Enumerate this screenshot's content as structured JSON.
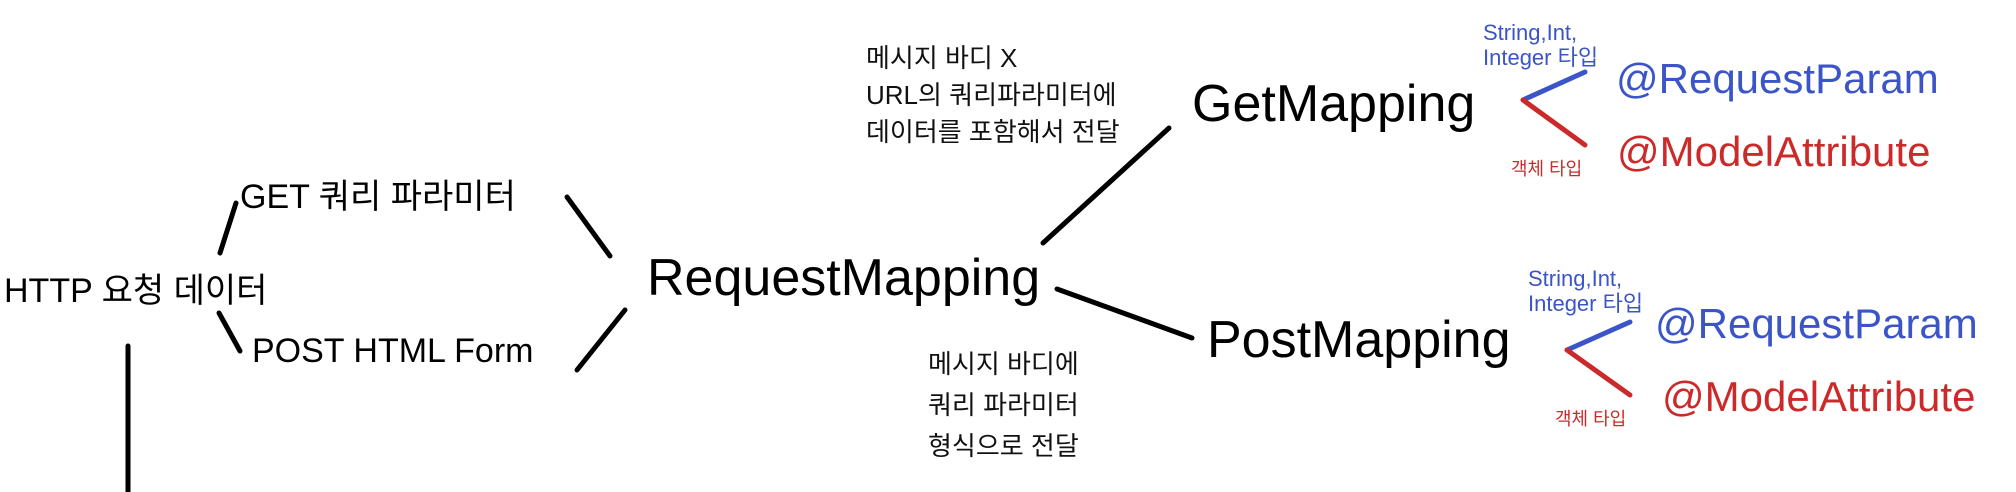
{
  "diagram": {
    "root": {
      "label": "HTTP 요청 데이터"
    },
    "methods": [
      {
        "id": "get",
        "label": "GET 쿼리 파라미터"
      },
      {
        "id": "post",
        "label": "POST HTML Form"
      }
    ],
    "center": {
      "label": "RequestMapping"
    },
    "mappings": [
      {
        "id": "get",
        "label": "GetMapping",
        "note": [
          "메시지 바디 X",
          "URL의 쿼리파라미터에",
          "데이터를 포함해서 전달"
        ],
        "simple_type_label": [
          "String,Int,",
          "Integer 타입"
        ],
        "simple_annotation": "@RequestParam",
        "object_type_label": "객체 타입",
        "object_annotation": "@ModelAttribute"
      },
      {
        "id": "post",
        "label": "PostMapping",
        "note": [
          "메시지 바디에",
          "쿼리 파라미터",
          "형식으로 전달"
        ],
        "simple_type_label": [
          "String,Int,",
          "Integer 타입"
        ],
        "simple_annotation": "@RequestParam",
        "object_type_label": "객체 타입",
        "object_annotation": "@ModelAttribute"
      }
    ]
  },
  "colors": {
    "line": "#000000",
    "simple_type": "#3b55c8",
    "object_type": "#cc2a2a",
    "background": "#ffffff"
  }
}
